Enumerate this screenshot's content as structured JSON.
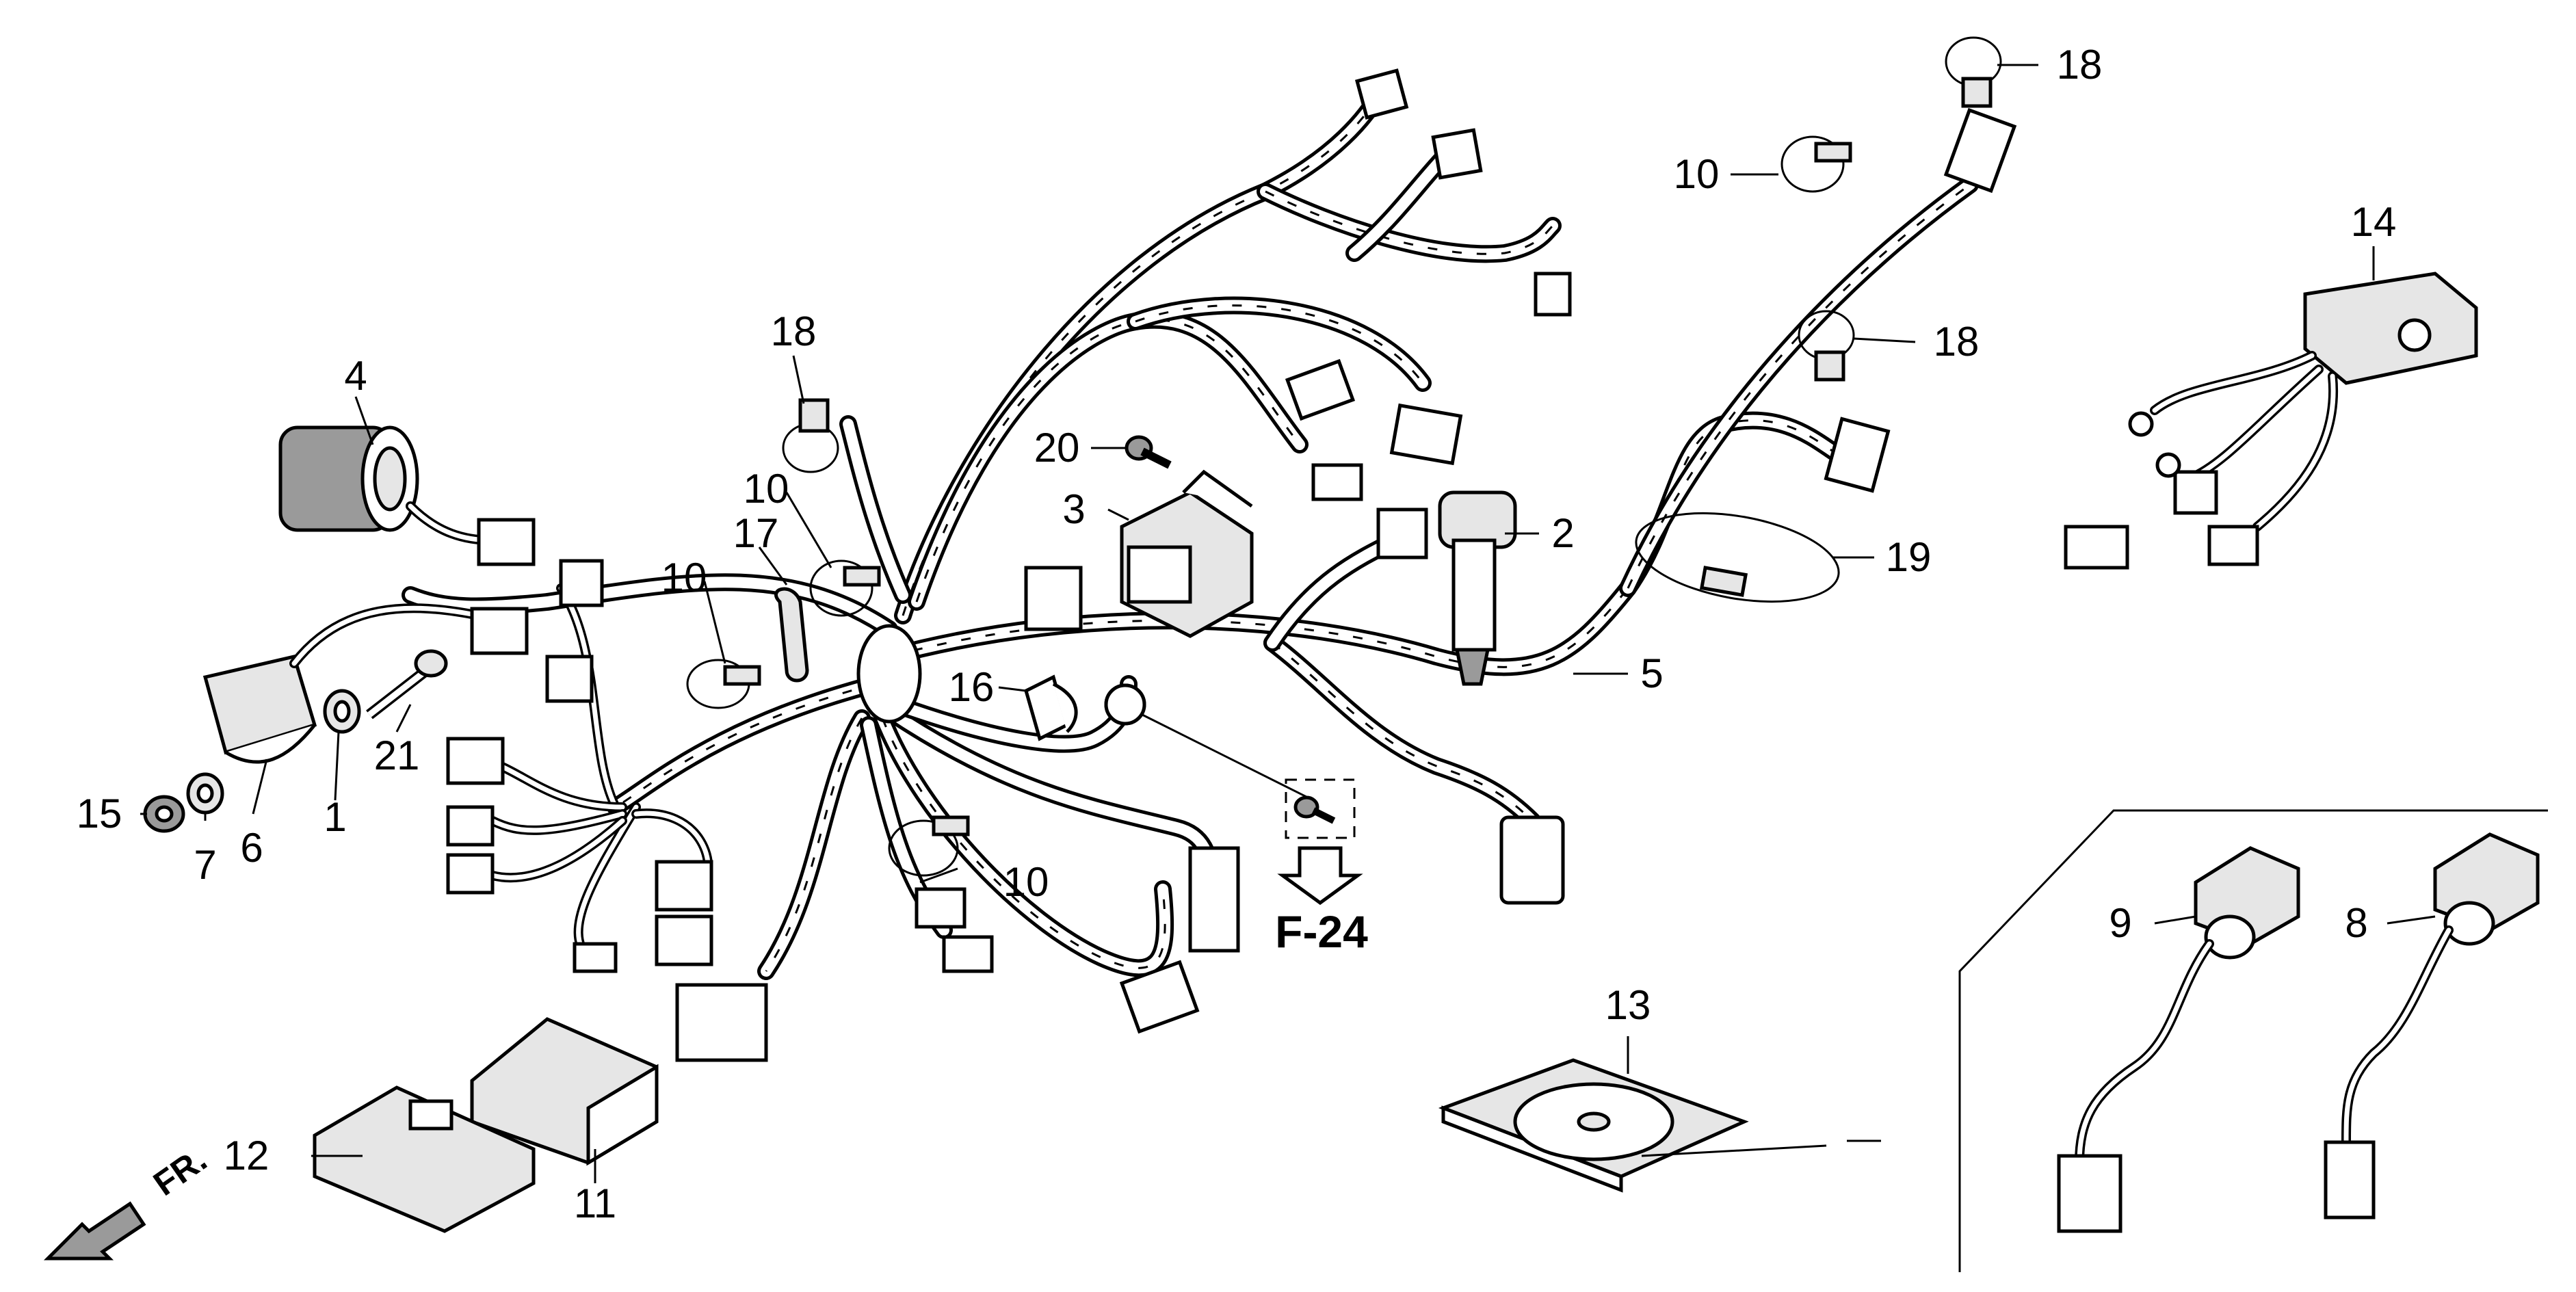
{
  "diagram": {
    "callouts": [
      {
        "id": "c1",
        "label": "1"
      },
      {
        "id": "c2",
        "label": "2"
      },
      {
        "id": "c3",
        "label": "3"
      },
      {
        "id": "c4",
        "label": "4"
      },
      {
        "id": "c5",
        "label": "5"
      },
      {
        "id": "c6",
        "label": "6"
      },
      {
        "id": "c7",
        "label": "7"
      },
      {
        "id": "c8",
        "label": "8"
      },
      {
        "id": "c9",
        "label": "9"
      },
      {
        "id": "c10a",
        "label": "10"
      },
      {
        "id": "c10b",
        "label": "10"
      },
      {
        "id": "c10c",
        "label": "10"
      },
      {
        "id": "c10d",
        "label": "10"
      },
      {
        "id": "c11",
        "label": "11"
      },
      {
        "id": "c12",
        "label": "12"
      },
      {
        "id": "c13",
        "label": "13"
      },
      {
        "id": "c14",
        "label": "14"
      },
      {
        "id": "c15",
        "label": "15"
      },
      {
        "id": "c16",
        "label": "16"
      },
      {
        "id": "c17",
        "label": "17"
      },
      {
        "id": "c18a",
        "label": "18"
      },
      {
        "id": "c18b",
        "label": "18"
      },
      {
        "id": "c18c",
        "label": "18"
      },
      {
        "id": "c19",
        "label": "19"
      },
      {
        "id": "c20",
        "label": "20"
      },
      {
        "id": "c21",
        "label": "21"
      }
    ],
    "reference": "F-24",
    "orientation": "FR."
  }
}
